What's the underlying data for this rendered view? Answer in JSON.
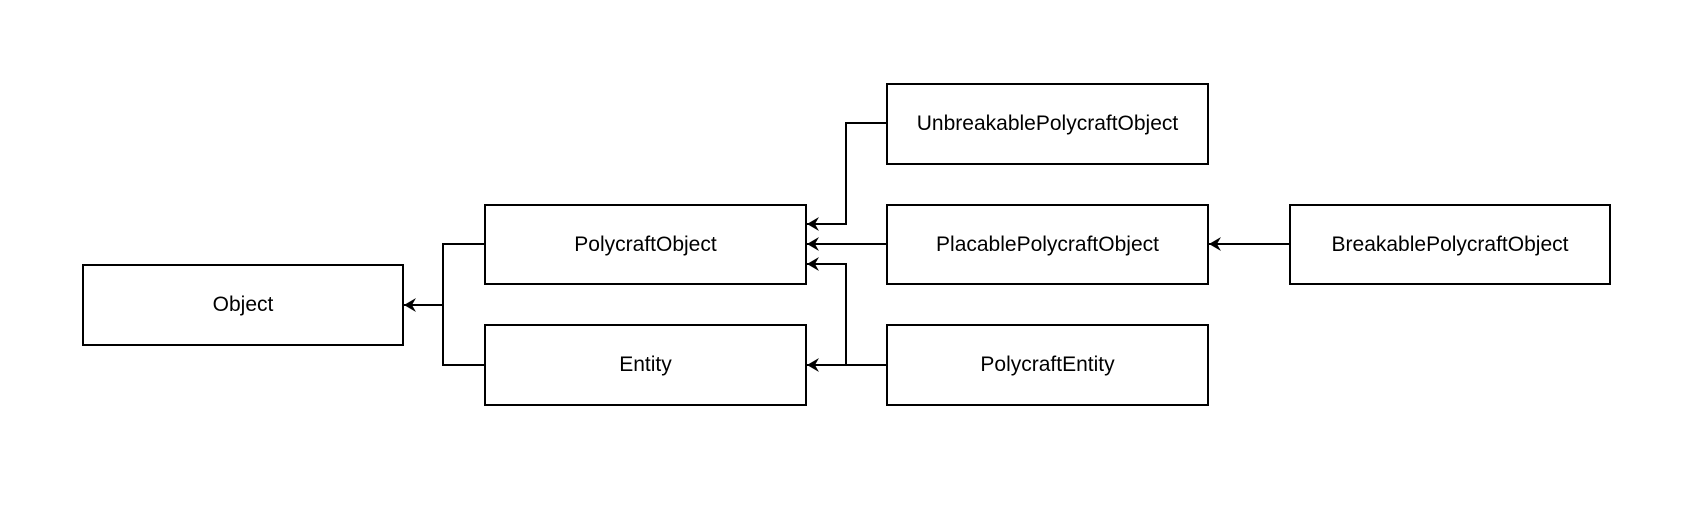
{
  "diagram": {
    "nodes": [
      {
        "id": "object",
        "label": "Object"
      },
      {
        "id": "polycraft_object",
        "label": "PolycraftObject"
      },
      {
        "id": "entity",
        "label": "Entity"
      },
      {
        "id": "unbreakable",
        "label": "UnbreakablePolycraftObject"
      },
      {
        "id": "placable",
        "label": "PlacablePolycraftObject"
      },
      {
        "id": "polycraft_entity",
        "label": "PolycraftEntity"
      },
      {
        "id": "breakable",
        "label": "BreakablePolycraftObject"
      }
    ],
    "edges": [
      {
        "from": "polycraft_object",
        "to": "object"
      },
      {
        "from": "entity",
        "to": "object"
      },
      {
        "from": "unbreakable",
        "to": "polycraft_object"
      },
      {
        "from": "placable",
        "to": "polycraft_object"
      },
      {
        "from": "polycraft_entity",
        "to": "polycraft_object"
      },
      {
        "from": "polycraft_entity",
        "to": "entity"
      },
      {
        "from": "breakable",
        "to": "placable"
      }
    ]
  }
}
